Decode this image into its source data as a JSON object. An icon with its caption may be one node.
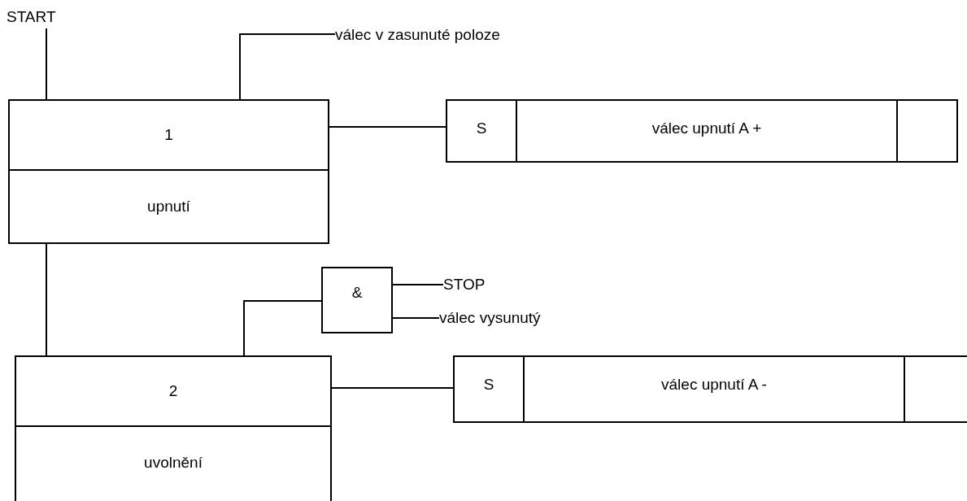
{
  "diagram": {
    "nodes": [
      {
        "text": [
          "START"
        ]
      },
      {
        "text": [
          "válec v zasunuté poloze"
        ]
      },
      {
        "text": [
          "1",
          "upnutí"
        ]
      },
      {
        "text": [
          "S",
          "válec upnutí A +"
        ]
      },
      {
        "text": [
          "&"
        ]
      },
      {
        "text": [
          "STOP"
        ]
      },
      {
        "text": [
          "válec vysunutý"
        ]
      },
      {
        "text": [
          "2",
          "uvolnění"
        ]
      },
      {
        "text": [
          "S",
          "válec upnutí A -"
        ]
      }
    ],
    "edges": [
      {
        "from": 0,
        "to": 2,
        "arrow": "none"
      },
      {
        "from": 1,
        "to": 2,
        "arrow": "none"
      },
      {
        "from": 2,
        "to": 3,
        "arrow": "none"
      },
      {
        "from": 2,
        "to": 7,
        "arrow": "none"
      },
      {
        "from": 4,
        "to": 7,
        "arrow": "none"
      },
      {
        "from": 5,
        "to": 4,
        "arrow": "none"
      },
      {
        "from": 6,
        "to": 4,
        "arrow": "none"
      },
      {
        "from": 7,
        "to": 8,
        "arrow": "none"
      }
    ]
  }
}
